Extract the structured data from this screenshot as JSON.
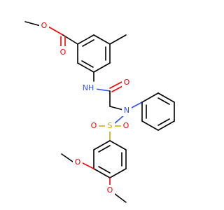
{
  "molecule": {
    "colors": {
      "carbon": "#000000",
      "oxygen": "#ff0000",
      "nitrogen": "#3050f8",
      "sulfur": "#c8a800",
      "background": "#ffffff"
    },
    "labels": {
      "ester_o_single": "O",
      "ester_o_double": "O",
      "amide_nh": "NH",
      "amide_o": "O",
      "sulfonamide_n": "N",
      "sulfur": "S",
      "sulfonyl_o_left": "O",
      "sulfonyl_o_right": "O",
      "methoxy_o_3": "O",
      "methoxy_o_4": "O"
    }
  }
}
